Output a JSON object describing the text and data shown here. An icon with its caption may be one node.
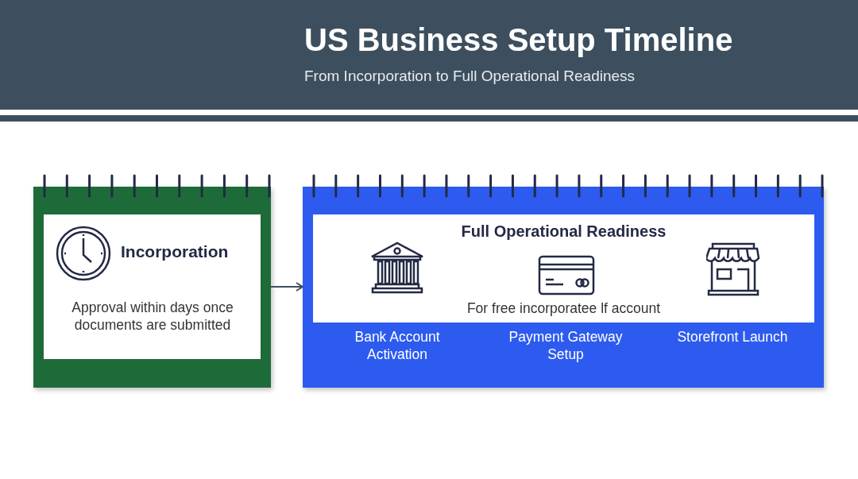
{
  "diagram": {
    "title": "US Business Setup Timeline",
    "nodes": [
      {
        "text": [
          "Incorporation",
          "Approval within days once documents are submitted"
        ]
      },
      {
        "text": [
          "Full Operational Readiness",
          "For free incorporatee lf account",
          "Bank Account Activation",
          "Payment Gateway Setup",
          "Storefront Launch"
        ]
      }
    ],
    "edges": [
      {
        "from": 0,
        "to": 1,
        "arrow": "to"
      }
    ],
    "labels": [
      "From Incorporation to Full Operational Readiness"
    ]
  }
}
